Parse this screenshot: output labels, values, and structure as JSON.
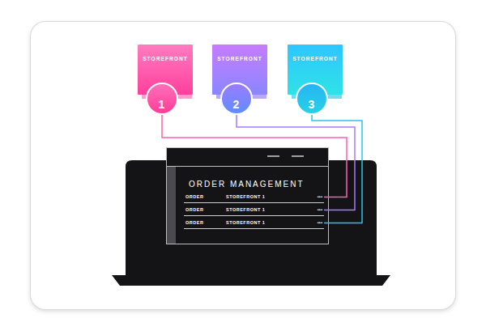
{
  "diagram": {
    "nodes": [
      {
        "text": [
          "STOREFRONT"
        ]
      },
      {
        "text": [
          "1"
        ],
        "in": 0
      },
      {
        "text": [
          "STOREFRONT"
        ]
      },
      {
        "text": [
          "2"
        ],
        "in": 2
      },
      {
        "text": [
          "STOREFRONT"
        ]
      },
      {
        "text": [
          "3"
        ],
        "in": 4
      },
      {
        "text": [
          "ORDER MANAGEMENT"
        ]
      },
      {
        "text": [
          "ORDER",
          "STOREFRONT 1",
          "•••"
        ],
        "in": 6
      },
      {
        "text": [
          "ORDER",
          "STOREFRONT 1",
          "•••"
        ],
        "in": 6
      },
      {
        "text": [
          "ORDER",
          "STOREFRONT 1",
          "•••"
        ],
        "in": 6
      }
    ],
    "edges": [
      {
        "from": 1,
        "to": 7,
        "arrow": "none"
      },
      {
        "from": 3,
        "to": 8,
        "arrow": "none"
      },
      {
        "from": 5,
        "to": 9,
        "arrow": "none"
      }
    ]
  }
}
